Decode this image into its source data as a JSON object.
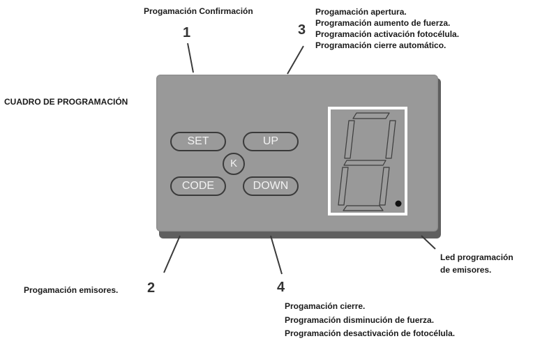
{
  "labels": {
    "top_left": "Progamación  Confirmación",
    "top_right": [
      "Progamación apertura.",
      "Programación aumento de fuerza.",
      "Programación activación fotocélula.",
      "Programación cierre automático."
    ],
    "panel_title": "CUADRO DE PROGRAMACIÓN",
    "bottom_left": "Progamación emisores.",
    "bottom_center": [
      "Progamación cierre.",
      "Programación disminución de fuerza.",
      "Programación desactivación de fotocélula."
    ],
    "bottom_right": [
      "Led programación",
      "de emisores."
    ]
  },
  "numbers": {
    "n1": "1",
    "n2": "2",
    "n3": "3",
    "n4": "4"
  },
  "buttons": {
    "set": "SET",
    "up": "UP",
    "code": "CODE",
    "down": "DOWN",
    "k": "K"
  },
  "colors": {
    "panel": "#999999",
    "button_border": "#3a3a3a",
    "display_frame": "#ffffff",
    "led": "#111111"
  }
}
